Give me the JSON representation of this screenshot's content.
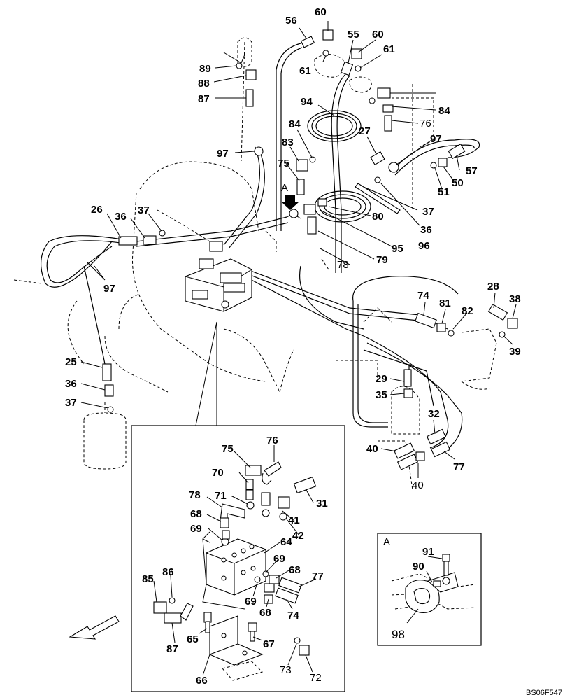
{
  "drawing_code": "BS06F547",
  "detail_a": {
    "title": "A",
    "labels": [
      "91",
      "90",
      "98"
    ]
  },
  "view_marker": "A",
  "main_labels": [
    "56",
    "60",
    "55",
    "60",
    "61",
    "61",
    "89",
    "88",
    "87",
    "94",
    "84",
    "76",
    "83",
    "84",
    "27",
    "97",
    "57",
    "50",
    "51",
    "97",
    "84",
    "83",
    "75",
    "37",
    "26",
    "36",
    "37",
    "80",
    "36",
    "96",
    "95",
    "79",
    "78",
    "97",
    "28",
    "38",
    "74",
    "81",
    "82",
    "39",
    "25",
    "36",
    "37",
    "29",
    "35",
    "32",
    "40",
    "77",
    "40"
  ],
  "inset_labels": [
    "75",
    "76",
    "70",
    "71",
    "31",
    "78",
    "68",
    "69",
    "41",
    "42",
    "64",
    "69",
    "68",
    "86",
    "85",
    "77",
    "69",
    "68",
    "74",
    "87",
    "65",
    "67",
    "73",
    "72",
    "66"
  ]
}
